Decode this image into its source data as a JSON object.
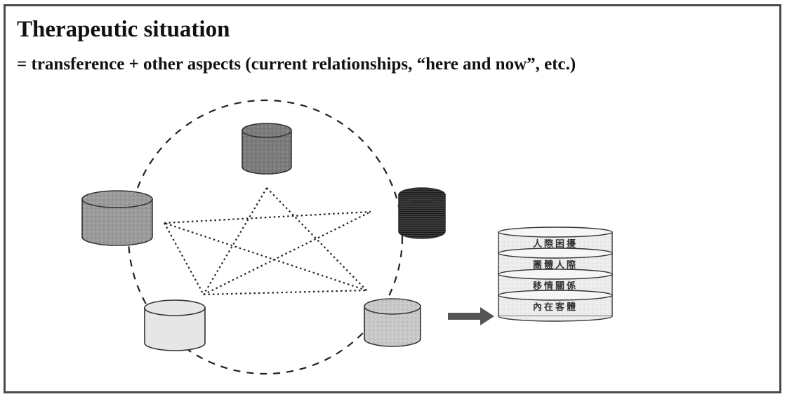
{
  "header": {
    "title": "Therapeutic situation",
    "subtitle": "= transference + other aspects (current relationships, “here and now”, etc.)"
  },
  "diagram": {
    "nodes": [
      {
        "id": "top",
        "fill": "#7a7a7a"
      },
      {
        "id": "right",
        "fill": "#3c3c3c"
      },
      {
        "id": "bottom-right",
        "fill": "#c8c8c8"
      },
      {
        "id": "bottom-left",
        "fill": "#e6e6e6"
      },
      {
        "id": "left",
        "fill": "#9a9a9a"
      }
    ],
    "arrow_color": "#555555",
    "layer_stack": {
      "layers": [
        "人際困擾",
        "團體人際",
        "移情關係",
        "內在客體"
      ]
    }
  }
}
